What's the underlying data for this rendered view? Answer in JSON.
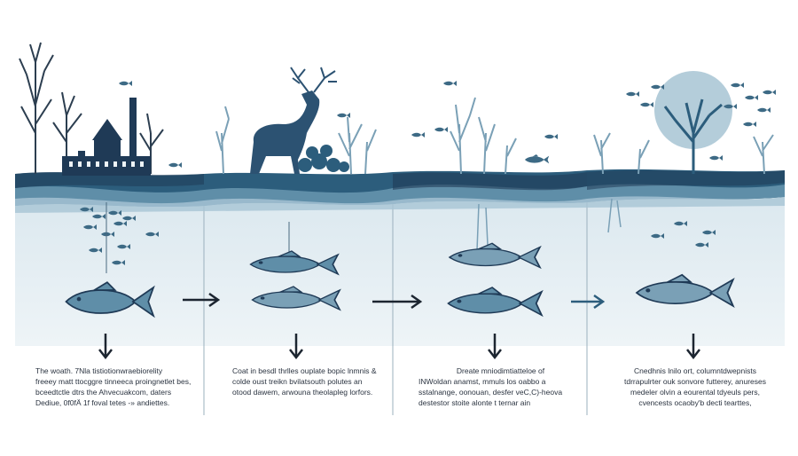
{
  "stages": [
    {
      "caption_lines": [
        "The woath. 7Nla tistiotionwraebiorelity",
        "freeey matt ttocggre tinneeca proingnetlet bes,",
        "bceedtctle dtrs the Ahvecuakcom, daters",
        "Dediue, 0f0fÄ 1f foval tetes -» andiettes."
      ]
    },
    {
      "caption_lines": [
        "Coat in besdl thrlles ouplate bopic lnmnis &",
        "colde oust treikn bvilatsouth polutes an",
        "otood dawem, arwouna theolapleg lorfors."
      ]
    },
    {
      "caption_lines": [
        "Dreate mniodimtiatteloe of",
        "INWoldan anamst, mmuls los oabbo a",
        "sstalnange, oonouan, desfer veC,C)-heova",
        "destestor stoite alonte t ternar ain"
      ]
    },
    {
      "caption_lines": [
        "Cnedhnis lnilo ort, columntdwepnists",
        "tdrrapulrter ouk sonvore futterey, anureses",
        "medeler olvin a eourental tdyeuls pers,",
        "cvencests ocaoby'b decti tearttes,"
      ]
    }
  ],
  "colors": {
    "navy": "#1f3a56",
    "deep": "#2c5d7c",
    "mid": "#5f8ea8",
    "light": "#a7c4d4",
    "pale": "#d6e6ee",
    "water": "#e9f1f5",
    "arrow": "#1c2530"
  }
}
